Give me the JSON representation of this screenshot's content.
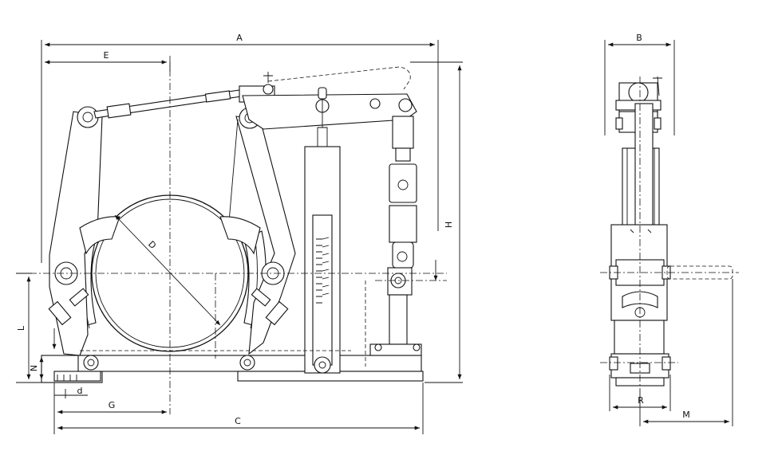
{
  "dimensions": {
    "A": "A",
    "B": "B",
    "C": "C",
    "D": "D",
    "E": "E",
    "G": "G",
    "H": "H",
    "L": "L",
    "M": "M",
    "N": "N",
    "R": "R",
    "d": "d"
  },
  "colors": {
    "line": "#111111",
    "background": "#ffffff"
  }
}
